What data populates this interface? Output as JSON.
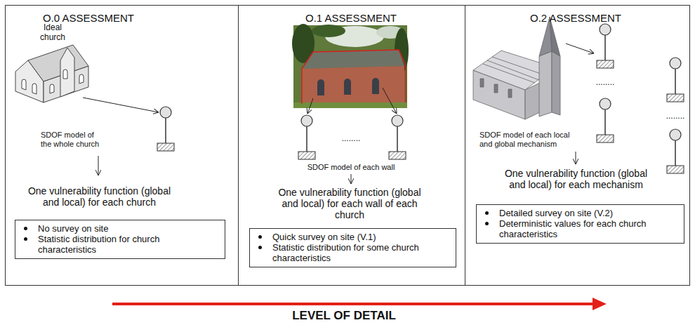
{
  "diagram": {
    "nodes": [
      {
        "text": [
          "O.0 ASSESSMENT",
          "One vulnerability function (global and local) for each church"
        ]
      },
      {
        "text": [
          "No survey on site",
          "Statistic distribution for church characteristics"
        ],
        "in": 0
      },
      {
        "text": [
          "O.1 ASSESSMENT",
          "One vulnerability function (global and local) for each wall of each church"
        ]
      },
      {
        "text": [
          "Quick survey on site (V.1)",
          "Statistic distribution for some church characteristics"
        ],
        "in": 2
      },
      {
        "text": [
          "O.2 ASSESSMENT",
          "One vulnerability function (global and local) for each mechanism"
        ]
      },
      {
        "text": [
          "Detailed survey on site (V.2)",
          "Deterministic values for each church characteristics"
        ],
        "in": 4
      }
    ],
    "labels": [
      "Ideal church",
      "SDOF model of the whole church",
      "........",
      "SDOF model of each wall",
      "........",
      "........",
      "SDOF model of each local and global mechanism",
      "LEVEL OF DETAIL"
    ]
  }
}
